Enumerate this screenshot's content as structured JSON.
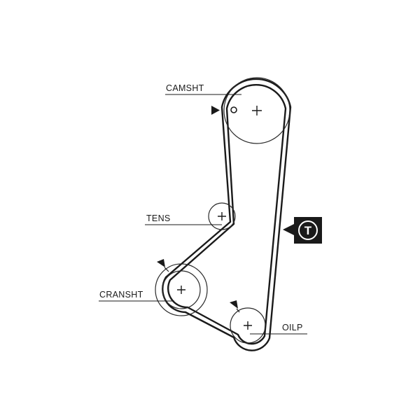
{
  "labels": {
    "camshaft": "CAMSHT",
    "tensioner": "TENS",
    "crankshaft": "CRANSHT",
    "oil_pump": "OILP"
  },
  "badge": {
    "letter": "T"
  },
  "colors": {
    "belt": "#1a1a1a",
    "pulley": "#2a2a2a",
    "badge_bg": "#1a1a1a",
    "background": "#ffffff"
  }
}
